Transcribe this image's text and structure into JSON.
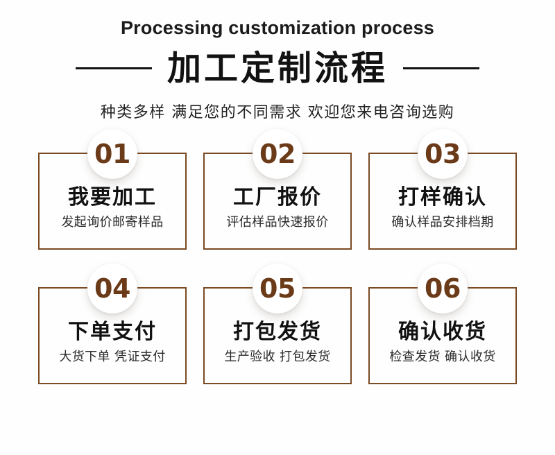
{
  "header": {
    "eyebrow": "Processing customization process",
    "title": "加工定制流程",
    "subtitle": "种类多样 满足您的不同需求 欢迎您来电咨询选购"
  },
  "colors": {
    "background": "#fefefe",
    "card_border": "#7a4a22",
    "badge_number": "#6b3a18",
    "title_text": "#121212",
    "rule": "#111111"
  },
  "steps": [
    {
      "number": "01",
      "title": "我要加工",
      "desc": "发起询价邮寄样品"
    },
    {
      "number": "02",
      "title": "工厂报价",
      "desc": "评估样品快速报价"
    },
    {
      "number": "03",
      "title": "打样确认",
      "desc": "确认样品安排档期"
    },
    {
      "number": "04",
      "title": "下单支付",
      "desc": "大货下单 凭证支付"
    },
    {
      "number": "05",
      "title": "打包发货",
      "desc": "生产验收 打包发货"
    },
    {
      "number": "06",
      "title": "确认收货",
      "desc": "检查发货 确认收货"
    }
  ]
}
